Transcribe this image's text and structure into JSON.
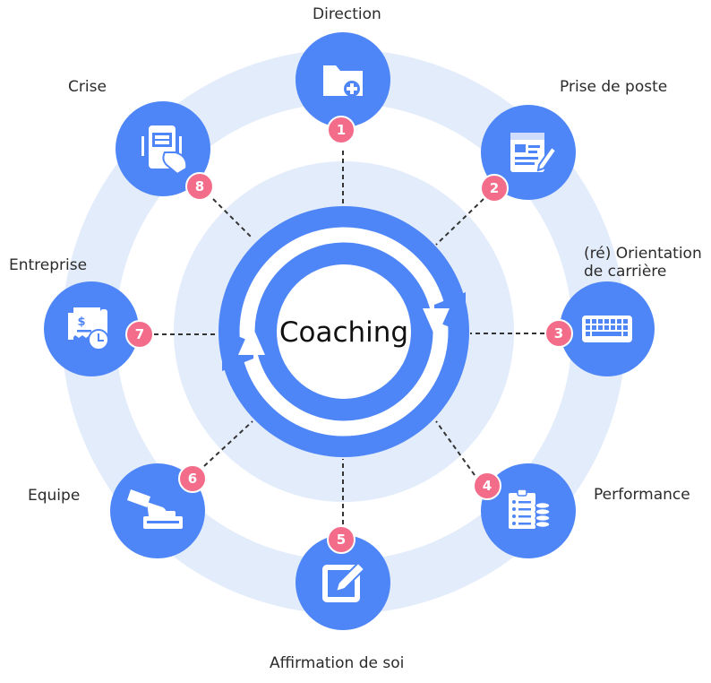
{
  "colors": {
    "ring": "#e3ecfb",
    "node": "#4f86f7",
    "badge": "#f36d8a",
    "connector": "#333333"
  },
  "center": {
    "label": "Coaching"
  },
  "nodes": [
    {
      "number": "1",
      "label": "Direction",
      "icon": "folder-add-icon"
    },
    {
      "number": "2",
      "label": "Prise de poste",
      "icon": "document-edit-icon"
    },
    {
      "number": "3",
      "label": "(ré) Orientation\nde carrière",
      "icon": "keyboard-icon"
    },
    {
      "number": "4",
      "label": "Performance",
      "icon": "checklist-database-icon"
    },
    {
      "number": "5",
      "label": "Affirmation de soi",
      "icon": "pen-square-icon"
    },
    {
      "number": "6",
      "label": "Equipe",
      "icon": "handshake-icon"
    },
    {
      "number": "7",
      "label": "Entreprise",
      "icon": "finance-clock-icon"
    },
    {
      "number": "8",
      "label": "Crise",
      "icon": "mobile-touch-icon"
    }
  ]
}
